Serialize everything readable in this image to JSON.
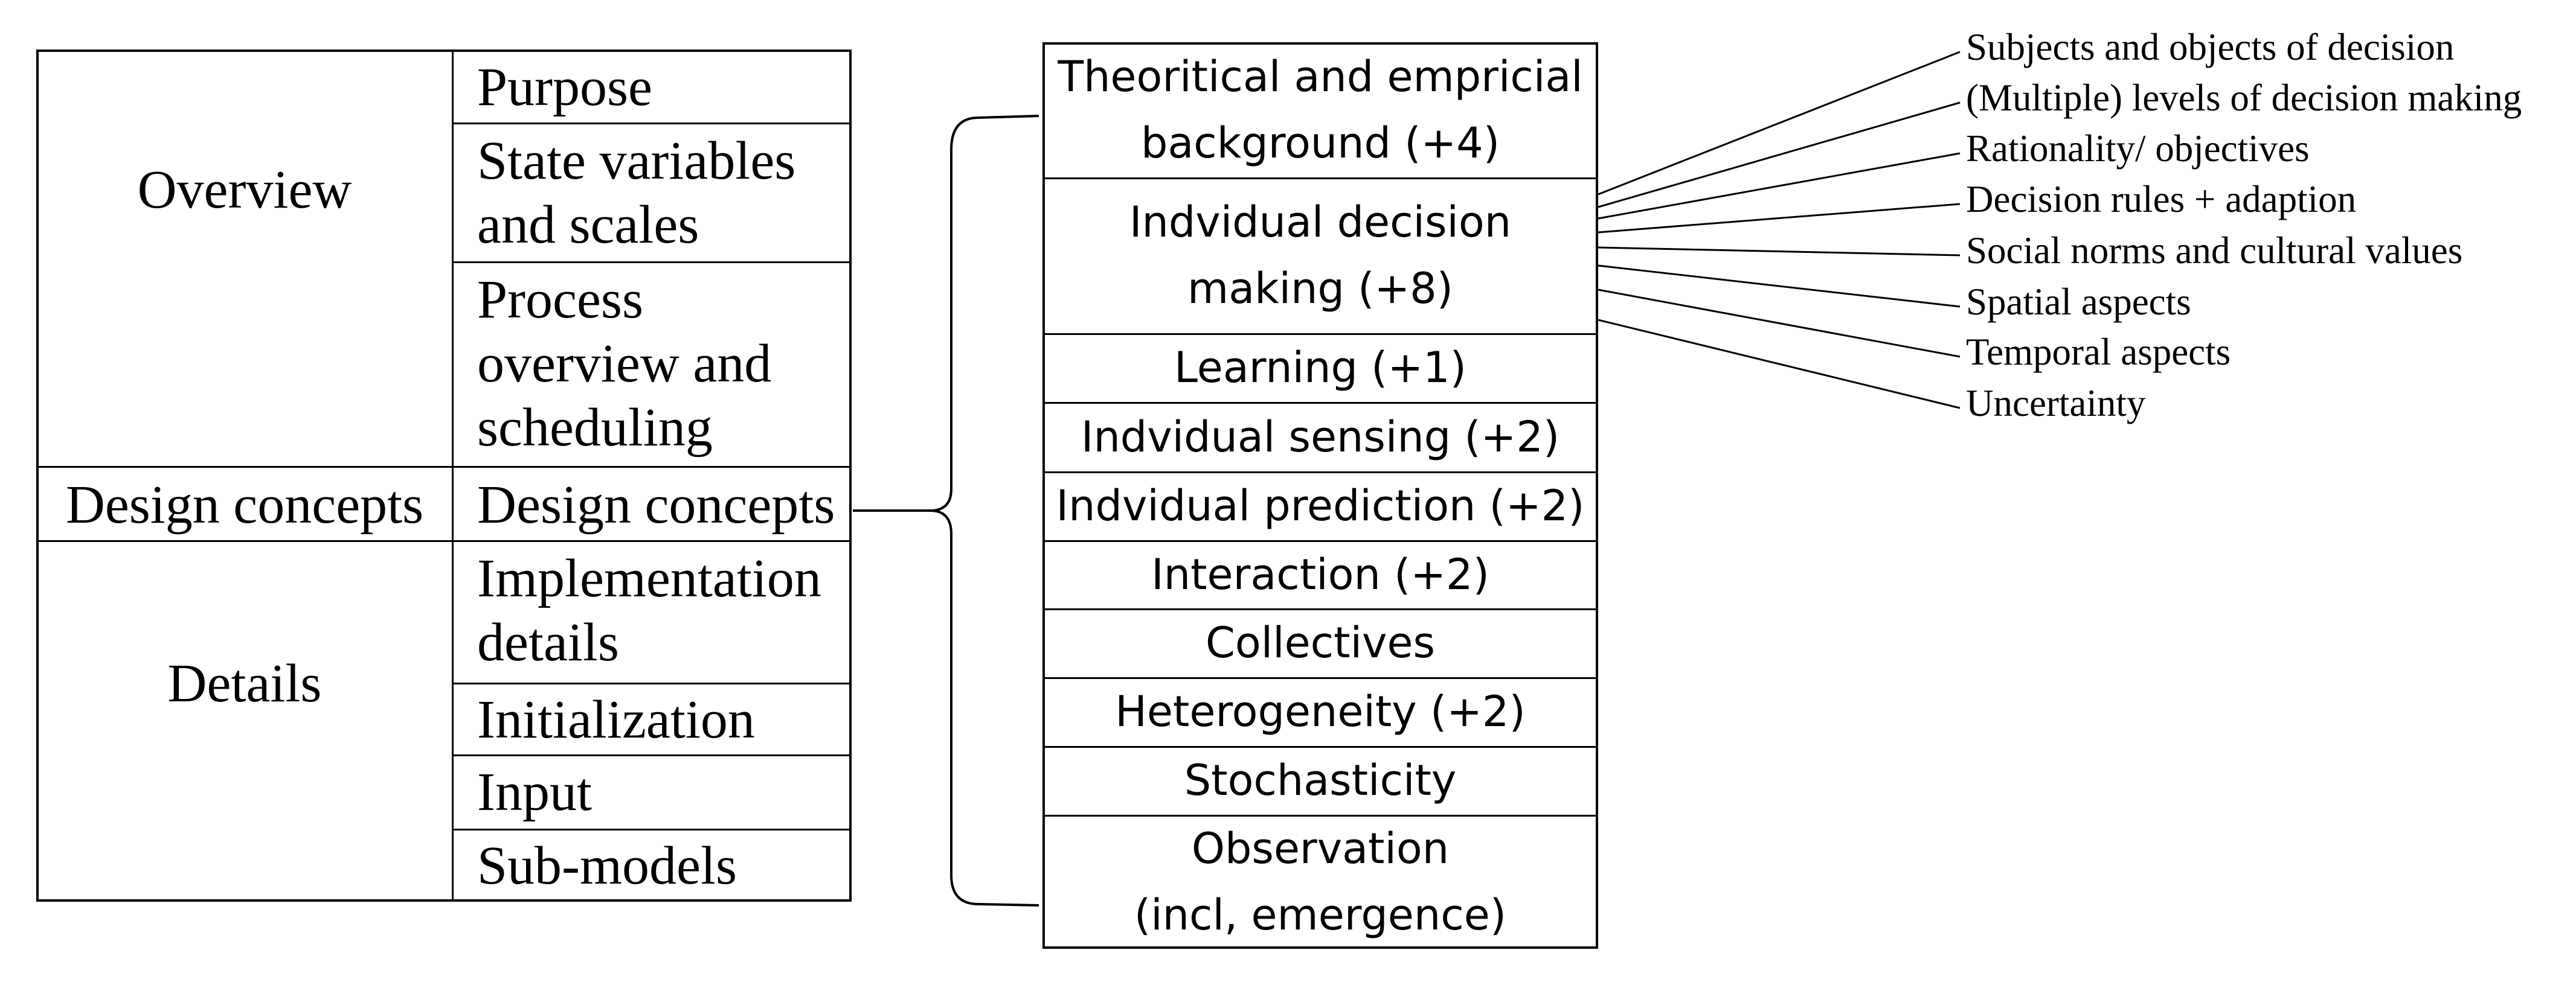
{
  "left_table": {
    "groups": [
      {
        "label": "Overview",
        "items": [
          "Purpose",
          "State variables and scales",
          "Process overview and scheduling"
        ]
      },
      {
        "label": "Design concepts",
        "items": [
          "Design concepts"
        ]
      },
      {
        "label": "Details",
        "items": [
          "Implementation details",
          "Initialization",
          "Input",
          "Sub-models"
        ]
      }
    ],
    "item_lines": {
      "purpose": [
        "Purpose"
      ],
      "state_variables": [
        "State variables",
        "and scales"
      ],
      "process_overview": [
        "Process",
        "overview and",
        "scheduling"
      ],
      "design_concepts": [
        "Design concepts"
      ],
      "implementation": [
        "Implementation",
        "details"
      ],
      "initialization": [
        "Initialization"
      ],
      "input": [
        "Input"
      ],
      "submodels": [
        "Sub-models"
      ]
    }
  },
  "design_concepts": {
    "items": [
      {
        "lines": [
          "Theoritical and empricial",
          "background (+4)"
        ]
      },
      {
        "lines": [
          "Indvidual decision",
          "making (+8)"
        ]
      },
      {
        "lines": [
          "Learning (+1)"
        ]
      },
      {
        "lines": [
          "Indvidual sensing (+2)"
        ]
      },
      {
        "lines": [
          "Indvidual prediction (+2)"
        ]
      },
      {
        "lines": [
          "Interaction (+2)"
        ]
      },
      {
        "lines": [
          "Collectives"
        ]
      },
      {
        "lines": [
          "Heterogeneity (+2)"
        ]
      },
      {
        "lines": [
          "Stochasticity"
        ]
      },
      {
        "lines": [
          "Observation",
          "(incl, emergence)"
        ]
      }
    ]
  },
  "decision_aspects": [
    "Subjects and objects of decision",
    "(Multiple) levels of decision making",
    "Rationality/ objectives",
    "Decision rules + adaption",
    "Social norms and cultural values",
    "Spatial  aspects",
    "Temporal aspects",
    "Uncertainty"
  ]
}
